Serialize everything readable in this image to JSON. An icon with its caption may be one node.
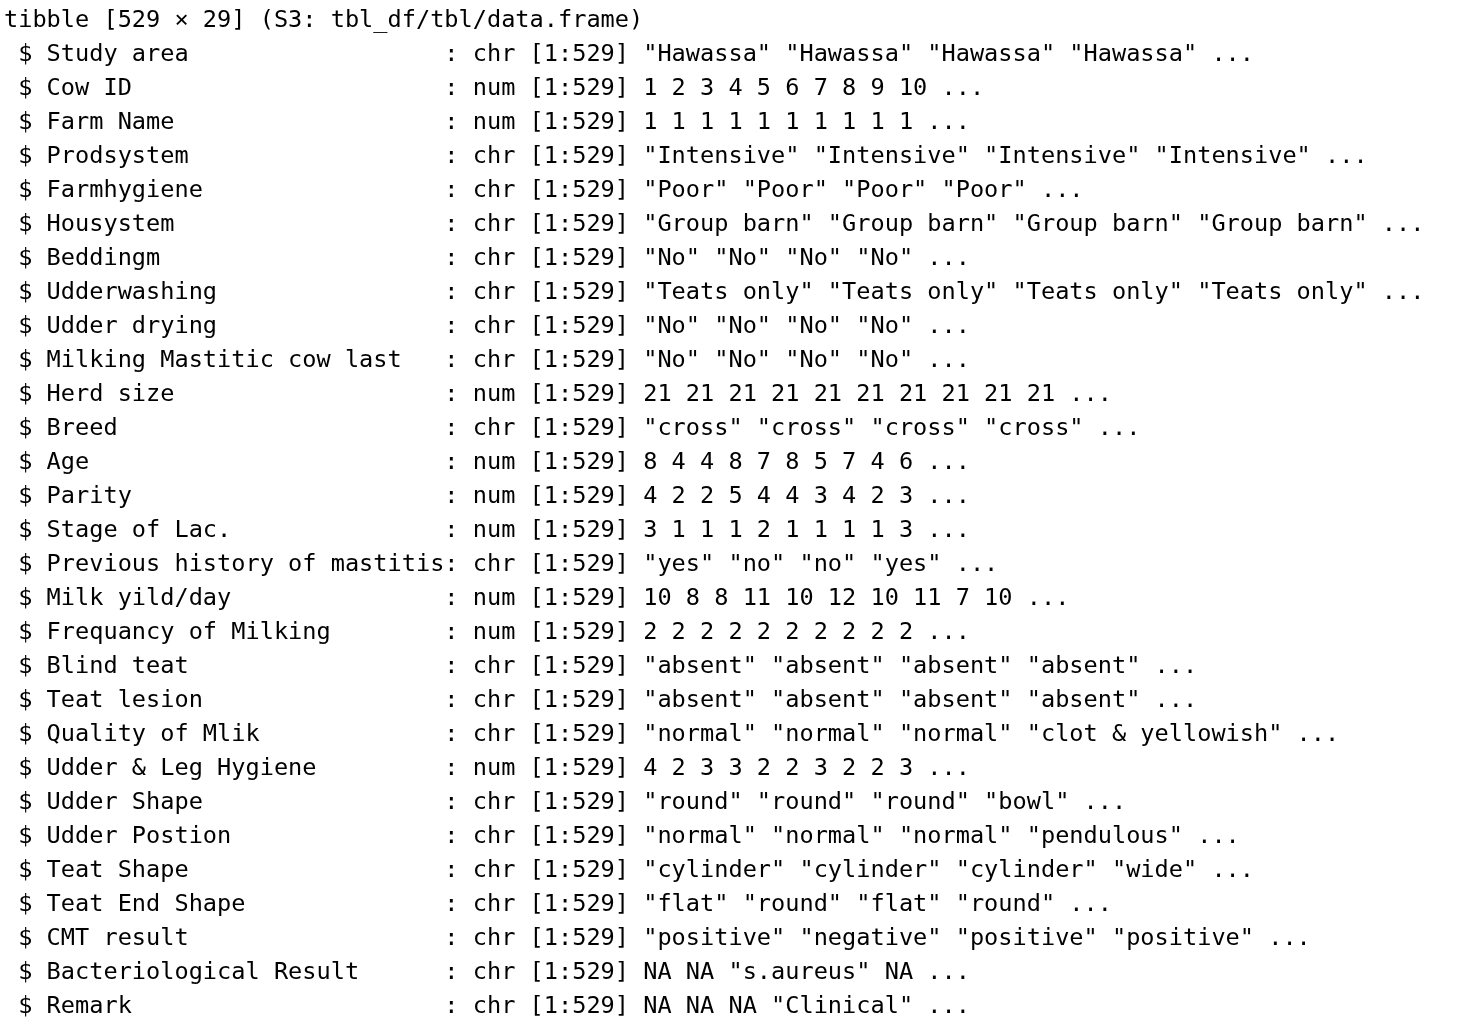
{
  "diagram": {
    "labels": [
      "tibble [529 × 29] (S3: tbl_df/tbl/data.frame)",
      " $ Study area                  : chr [1:529] \"Hawassa\" \"Hawassa\" \"Hawassa\" \"Hawassa\" ...",
      " $ Cow ID                      : num [1:529] 1 2 3 4 5 6 7 8 9 10 ...",
      " $ Farm Name                   : num [1:529] 1 1 1 1 1 1 1 1 1 1 ...",
      " $ Prodsystem                  : chr [1:529] \"Intensive\" \"Intensive\" \"Intensive\" \"Intensive\" ...",
      " $ Farmhygiene                 : chr [1:529] \"Poor\" \"Poor\" \"Poor\" \"Poor\" ...",
      " $ Housystem                   : chr [1:529] \"Group barn\" \"Group barn\" \"Group barn\" \"Group barn\" ...",
      " $ Beddingm                    : chr [1:529] \"No\" \"No\" \"No\" \"No\" ...",
      " $ Udderwashing                : chr [1:529] \"Teats only\" \"Teats only\" \"Teats only\" \"Teats only\" ...",
      " $ Udder drying                : chr [1:529] \"No\" \"No\" \"No\" \"No\" ...",
      " $ Milking Mastitic cow last   : chr [1:529] \"No\" \"No\" \"No\" \"No\" ...",
      " $ Herd size                   : num [1:529] 21 21 21 21 21 21 21 21 21 21 ...",
      " $ Breed                       : chr [1:529] \"cross\" \"cross\" \"cross\" \"cross\" ...",
      " $ Age                         : num [1:529] 8 4 4 8 7 8 5 7 4 6 ...",
      " $ Parity                      : num [1:529] 4 2 2 5 4 4 3 4 2 3 ...",
      " $ Stage of Lac.               : num [1:529] 3 1 1 1 2 1 1 1 1 3 ...",
      " $ Previous history of mastitis: chr [1:529] \"yes\" \"no\" \"no\" \"yes\" ...",
      " $ Milk yild/day               : num [1:529] 10 8 8 11 10 12 10 11 7 10 ...",
      " $ Frequancy of Milking        : num [1:529] 2 2 2 2 2 2 2 2 2 2 ...",
      " $ Blind teat                  : chr [1:529] \"absent\" \"absent\" \"absent\" \"absent\" ...",
      " $ Teat lesion                 : chr [1:529] \"absent\" \"absent\" \"absent\" \"absent\" ...",
      " $ Quality of Mlik             : chr [1:529] \"normal\" \"normal\" \"normal\" \"clot & yellowish\" ...",
      " $ Udder & Leg Hygiene         : num [1:529] 4 2 3 3 2 2 3 2 2 3 ...",
      " $ Udder Shape                 : chr [1:529] \"round\" \"round\" \"round\" \"bowl\" ...",
      " $ Udder Postion               : chr [1:529] \"normal\" \"normal\" \"normal\" \"pendulous\" ...",
      " $ Teat Shape                  : chr [1:529] \"cylinder\" \"cylinder\" \"cylinder\" \"wide\" ...",
      " $ Teat End Shape              : chr [1:529] \"flat\" \"round\" \"flat\" \"round\" ...",
      " $ CMT result                  : chr [1:529] \"positive\" \"negative\" \"positive\" \"positive\" ...",
      " $ Bacteriological Result      : chr [1:529] NA NA \"s.aureus\" NA ...",
      " $ Remark                      : chr [1:529] NA NA NA \"Clinical\" ..."
    ]
  }
}
